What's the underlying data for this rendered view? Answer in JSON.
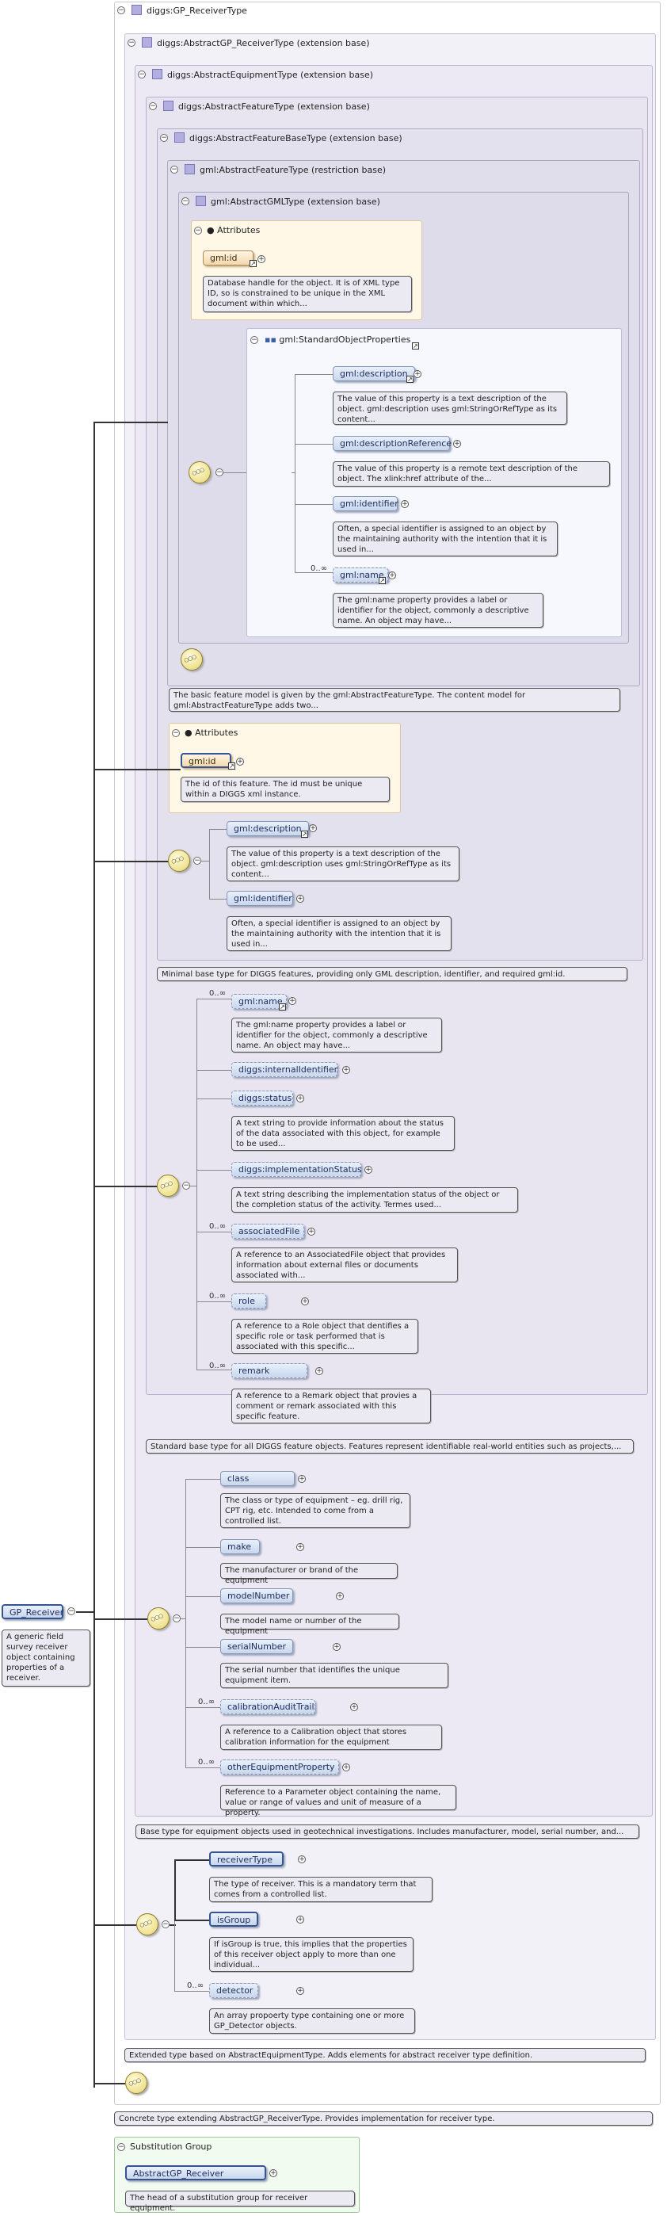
{
  "root": {
    "label": "GP_Receiver",
    "annotation": "A generic field survey receiver object containing properties of a receiver."
  },
  "titles": {
    "receiver_type": "diggs:GP_ReceiverType",
    "abstract_gp_receiver": "diggs:AbstractGP_ReceiverType (extension base)",
    "abstract_equipment": "diggs:AbstractEquipmentType (extension base)",
    "abstract_feature": "diggs:AbstractFeatureType (extension base)",
    "abstract_feature_base": "diggs:AbstractFeatureBaseType (extension base)",
    "gml_abstract_feature": "gml:AbstractFeatureType (restriction base)",
    "gml_abstract_gml": "gml:AbstractGMLType (extension base)"
  },
  "gml_block": {
    "attributes_title": "Attributes",
    "gml_id": "gml:id",
    "gml_id_ann": "Database handle for the object. It is of XML type ID, so is constrained to be unique in the XML document within which...",
    "sop_title": "gml:StandardObjectProperties",
    "items": [
      {
        "label": "gml:description",
        "ann": "The value of this property is a text description of the object. gml:description uses gml:StringOrRefType as its content..."
      },
      {
        "label": "gml:descriptionReference",
        "ann": "The value of this property is a remote text description of the object. The xlink:href attribute of the..."
      },
      {
        "label": "gml:identifier",
        "ann": "Often, a special identifier is assigned to an object by the maintaining authority with the intention that it is used in..."
      },
      {
        "label": "gml:name",
        "ann": "The gml:name property provides a label or identifier for the object, commonly a descriptive name. An object may have..."
      }
    ],
    "mult_name": "0..∞"
  },
  "gml_feature_ann": "The basic feature model is given by the gml:AbstractFeatureType. The content model for gml:AbstractFeatureType adds two...",
  "base_block": {
    "attributes_title": "Attributes",
    "gml_id": "gml:id",
    "gml_id_ann": "The id of this feature. The id must be unique within a DIGGS xml instance.",
    "items": [
      {
        "label": "gml:description",
        "ann": "The value of this property is a text description of the object. gml:description uses gml:StringOrRefType as its content..."
      },
      {
        "label": "gml:identifier",
        "ann": "Often, a special identifier is assigned to an object by the maintaining authority with the intention that it is used in..."
      }
    ]
  },
  "feature_base_ann": "Minimal base type for DIGGS features, providing only GML description, identifier, and required gml:id.",
  "feature_block": {
    "items": [
      {
        "label": "gml:name",
        "mult": "0..∞",
        "ann": "The gml:name property provides a label or identifier for the object, commonly a descriptive name. An object may have..."
      },
      {
        "label": "diggs:internalIdentifier",
        "mult": "",
        "ann": ""
      },
      {
        "label": "diggs:status",
        "mult": "",
        "ann": "A text string to provide information about the status of the data associated with this object, for example to be used..."
      },
      {
        "label": "diggs:implementationStatus",
        "mult": "",
        "ann": "A text string describing the implementation status of the object or the completion status of the activity. Termes used..."
      },
      {
        "label": "associatedFile",
        "mult": "0..∞",
        "ann": "A reference to an AssociatedFile object that provides information about external files or documents associated with..."
      },
      {
        "label": "role",
        "mult": "0..∞",
        "ann": "A reference to a Role object that dentifies a specific role or task performed that is associated with this specific..."
      },
      {
        "label": "remark",
        "mult": "0..∞",
        "ann": "A reference to a Remark object that provies a comment or remark associated with this specific feature."
      }
    ]
  },
  "feature_ann": "Standard base type for all DIGGS feature objects. Features represent identifiable real-world entities such as projects,...",
  "equipment_block": {
    "items": [
      {
        "label": "class",
        "mult": "",
        "ann": "The class or type of equipment – eg. drill rig, CPT rig, etc. Intended to come from a controlled list."
      },
      {
        "label": "make",
        "mult": "",
        "ann": "The manufacturer or brand of the equipment"
      },
      {
        "label": "modelNumber",
        "mult": "",
        "ann": "The model name or number of the equipment"
      },
      {
        "label": "serialNumber",
        "mult": "",
        "ann": "The serial number that identifies the unique equipment item."
      },
      {
        "label": "calibrationAuditTrail",
        "mult": "0..∞",
        "ann": "A reference to a Calibration object that stores calibration information for the equipment"
      },
      {
        "label": "otherEquipmentProperty",
        "mult": "0..∞",
        "ann": "Reference to a Parameter object containing the name, value or range of values and unit of measure of a property."
      }
    ]
  },
  "equipment_ann": "Base type for equipment objects used in geotechnical investigations. Includes manufacturer, model, serial number, and...",
  "receiver_block": {
    "items": [
      {
        "label": "receiverType",
        "mult": "",
        "ann": "The type of receiver. This is a mandatory term that comes from a controlled list."
      },
      {
        "label": "isGroup",
        "mult": "",
        "ann": "If isGroup is true, this implies that the properties of this receiver object apply to more than one individual..."
      },
      {
        "label": "detector",
        "mult": "0..∞",
        "ann": "An array propoerty type containing one or more GP_Detector objects."
      }
    ]
  },
  "abstract_gp_ann": "Extended type based on AbstractEquipmentType. Adds elements for abstract receiver type definition.",
  "receiver_type_ann": "Concrete type extending AbstractGP_ReceiverType. Provides implementation for receiver type.",
  "substitution": {
    "title": "Substitution Group",
    "label": "AbstractGP_Receiver",
    "ann": "The head of a substitution group for receiver equipment."
  },
  "colors": {
    "element_chip": "#c9d6ec",
    "attribute_chip": "#f1d9ae",
    "sequence": "#efe191",
    "attributes_panel": "#fff8e6",
    "substitution_panel": "#f1fbf0"
  }
}
